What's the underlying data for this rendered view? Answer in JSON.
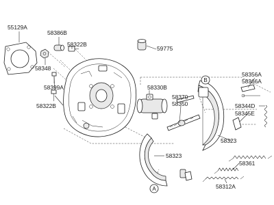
{
  "labels": {
    "p55129A": "55129A",
    "p58386B": "58386B",
    "p58322B_top": "58322B",
    "p59775": "59775",
    "p58348": "58348",
    "p58399A": "58399A",
    "p58322B_bottom": "58322B",
    "p58330B": "58330B",
    "p58370": "58370",
    "p58350": "58350",
    "p58356A": "58356A",
    "p58366A": "58366A",
    "p58344D": "58344D",
    "p58345E": "58345E",
    "p58323_right": "58323",
    "p58323_left": "58323",
    "p58361": "58361",
    "p58312A": "58312A"
  },
  "callouts": {
    "a": "A",
    "b": "B"
  }
}
